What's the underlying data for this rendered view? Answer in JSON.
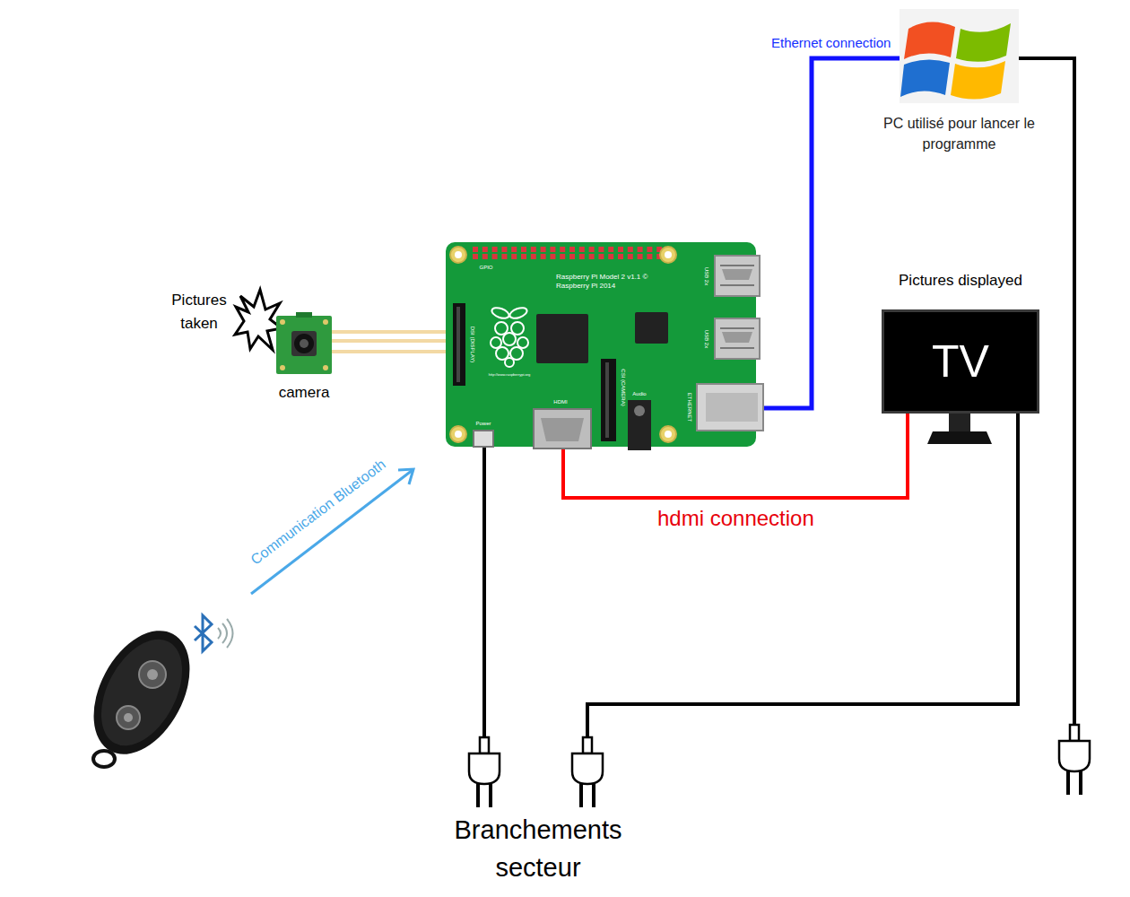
{
  "diagram": {
    "nodes": [
      {
        "text": [
          "PC utilisé pour lancer le programme"
        ]
      },
      {
        "text": [
          "camera"
        ]
      },
      {
        "text": [
          "Raspberry Pi Model 2 v1.1 © Raspberry Pi 2014",
          "GPIO",
          "DSI (DISPLAY)",
          "http://www.raspberrypi.org",
          "USB 2x",
          "USB 2x",
          "HDMI",
          "CSI (CAMERA)",
          "Audio",
          "ETHERNET",
          "Power"
        ]
      },
      {
        "text": [
          "Pictures displayed",
          "TV"
        ]
      }
    ],
    "edges": [
      {
        "from": 1,
        "to": 2,
        "arrow": "none"
      },
      {
        "from": 2,
        "to": 3,
        "label": "hdmi connection",
        "arrow": "none"
      },
      {
        "from": 2,
        "to": 0,
        "label": "Ethernet connection",
        "arrow": "none"
      }
    ],
    "labels": [
      "Pictures taken",
      "Communication Bluetooth",
      "Branchements secteur"
    ]
  }
}
